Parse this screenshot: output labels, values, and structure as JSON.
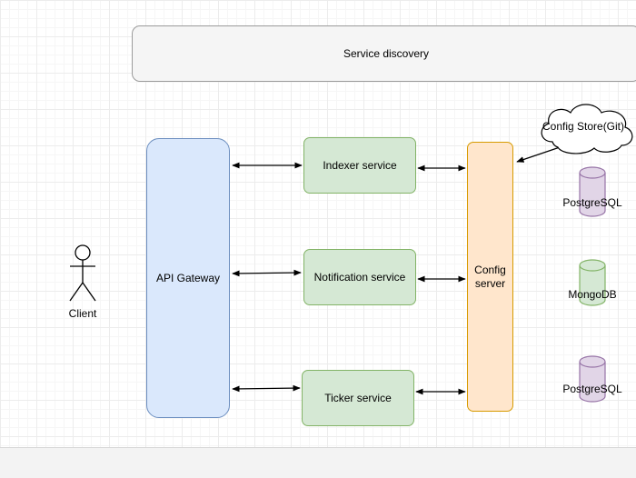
{
  "service_discovery": {
    "label": "Service discovery"
  },
  "client": {
    "label": "Client"
  },
  "api_gateway": {
    "label": "API Gateway"
  },
  "services": {
    "indexer": "Indexer service",
    "notification": "Notification service",
    "ticker": "Ticker service"
  },
  "config_server": {
    "label": "Config\nserver"
  },
  "config_store": {
    "label": "Config Store(Git)"
  },
  "databases": {
    "postgres_1": "PostgreSQL",
    "mongo": "MongoDB",
    "postgres_2": "PostgreSQL"
  },
  "colors": {
    "gateway_fill": "#dae8fc",
    "gateway_stroke": "#6c8ebf",
    "service_fill": "#d5e8d4",
    "service_stroke": "#82b366",
    "config_fill": "#ffe6cc",
    "config_stroke": "#d79b00",
    "postgres_fill": "#e1d5e7",
    "postgres_stroke": "#9673a6",
    "mongo_fill": "#d5e8d4",
    "mongo_stroke": "#82b366"
  }
}
